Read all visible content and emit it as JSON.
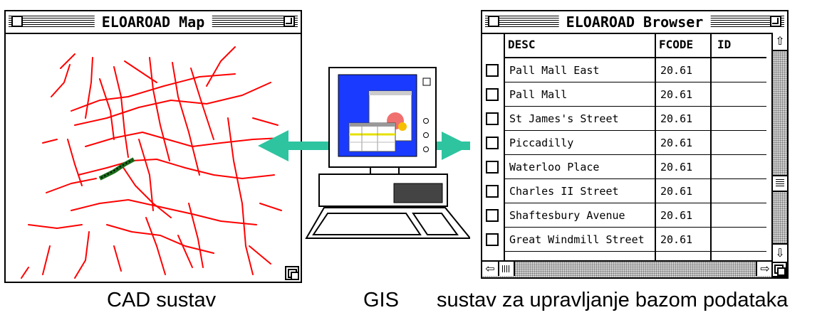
{
  "map_window": {
    "title": "ELOAROAD Map",
    "road_color": "#ff0000"
  },
  "browser_window": {
    "title": "ELOAROAD Browser",
    "columns": [
      "DESC",
      "FCODE",
      "ID"
    ],
    "rows": [
      {
        "desc": "Pall Mall East",
        "fcode": "20.61",
        "id": ""
      },
      {
        "desc": "Pall Mall",
        "fcode": "20.61",
        "id": ""
      },
      {
        "desc": "St James's Street",
        "fcode": "20.61",
        "id": ""
      },
      {
        "desc": "Piccadilly",
        "fcode": "20.61",
        "id": ""
      },
      {
        "desc": "Waterloo Place",
        "fcode": "20.61",
        "id": ""
      },
      {
        "desc": "Charles II Street",
        "fcode": "20.61",
        "id": ""
      },
      {
        "desc": "Shaftesbury Avenue",
        "fcode": "20.61",
        "id": ""
      },
      {
        "desc": "Great Windmill Street",
        "fcode": "20.61",
        "id": ""
      }
    ]
  },
  "arrow_color": "#2ec4a0",
  "captions": {
    "cad": "CAD sustav",
    "gis": "GIS",
    "dbms": "sustav za upravljanje bazom podataka"
  }
}
